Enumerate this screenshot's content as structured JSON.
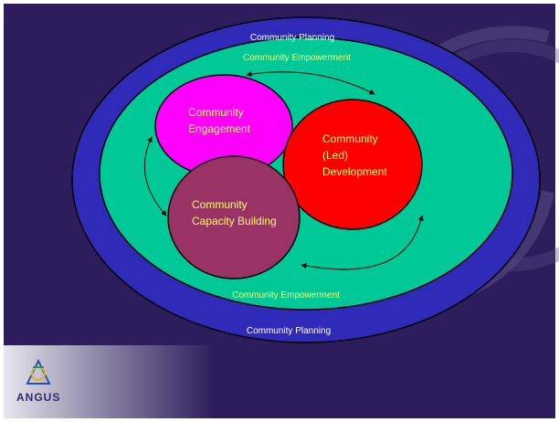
{
  "diagram": {
    "outer_label_top": "Community Planning",
    "outer_label_bottom": "Community Planning",
    "middle_label_top": "Community Empowerment",
    "middle_label_bottom": "Community Empowerment",
    "engagement": [
      "Community",
      "Engagement"
    ],
    "development": [
      "Community",
      "(Led)",
      "Development"
    ],
    "capacity": [
      "Community",
      "Capacity Building"
    ]
  },
  "logo": {
    "text": "ANGUS"
  },
  "colors": {
    "background": "#2e1d5c",
    "outer_ring": "#2f2ab8",
    "middle_ring": "#00c896",
    "engagement": "#ff00ff",
    "development": "#ff0000",
    "capacity": "#993366",
    "planning_text": "#ffffff",
    "empowerment_text": "#ffff66",
    "circle_text": "#ffff66"
  }
}
